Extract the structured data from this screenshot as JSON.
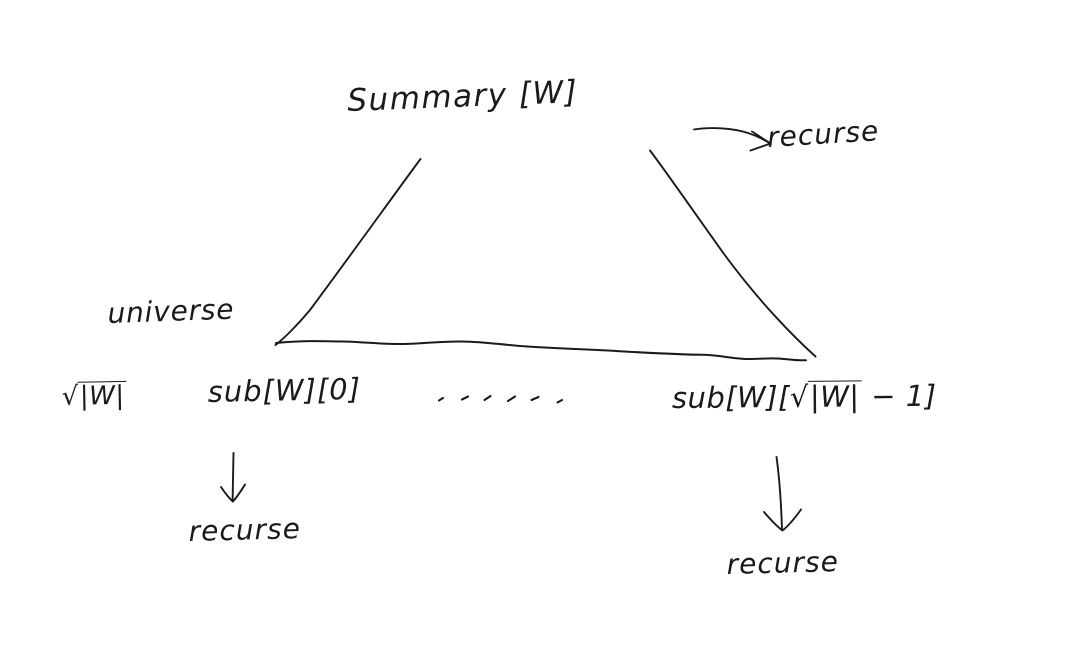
{
  "diagram": {
    "kind": "handwritten-whiteboard-sketch",
    "title": "Summary [W]",
    "ink_color": "#1a1a1a",
    "background_color": "#ffffff",
    "nodes": {
      "summary_label": "Summary [W]",
      "recurse_top": "recurse",
      "universe_label": "universe",
      "sqrt_size_label": "√|W|",
      "sub_first": "sub[W][0]",
      "ellipsis": "· · · · · ·",
      "sub_last_prefix": "sub[W][",
      "sub_last_radicand": "|W|",
      "sub_last_suffix": " − 1]",
      "recurse_left": "recurse",
      "recurse_right": "recurse"
    },
    "sqrt_parts": {
      "radical_glyph": "√",
      "radicand": "|W|"
    },
    "arrows": {
      "top_right": "curved-arrow-to-recurse",
      "down_left": "down-arrow",
      "down_right": "down-arrow"
    },
    "shapes": {
      "triangle_left_leg": "line",
      "triangle_right_leg": "line",
      "triangle_base": "wavy-line"
    }
  }
}
